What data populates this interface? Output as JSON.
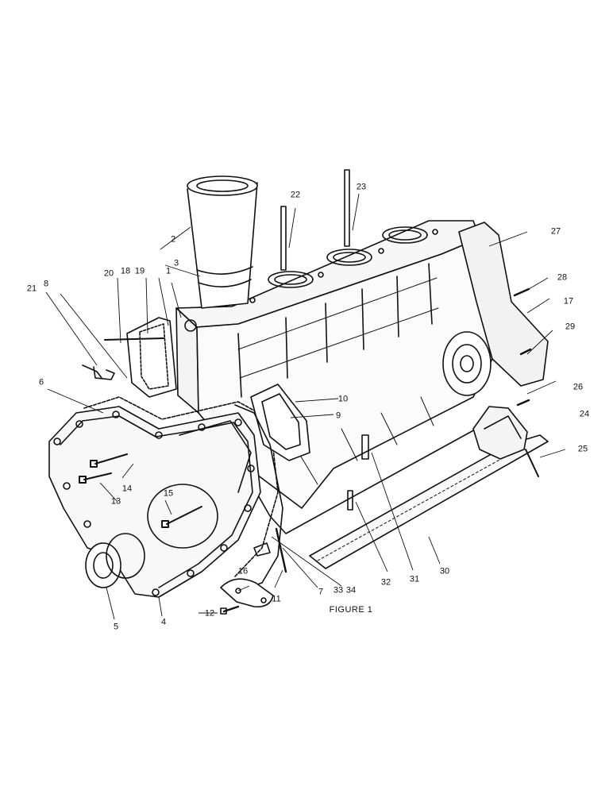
{
  "figure": {
    "caption": "FIGURE 1",
    "callouts": [
      "1",
      "2",
      "3",
      "4",
      "5",
      "6",
      "7",
      "8",
      "9",
      "10",
      "11",
      "12",
      "13",
      "14",
      "15",
      "16",
      "17",
      "18",
      "19",
      "20",
      "21",
      "22",
      "23",
      "24",
      "25",
      "26",
      "27",
      "28",
      "29",
      "30",
      "31",
      "32",
      "33",
      "34"
    ]
  }
}
